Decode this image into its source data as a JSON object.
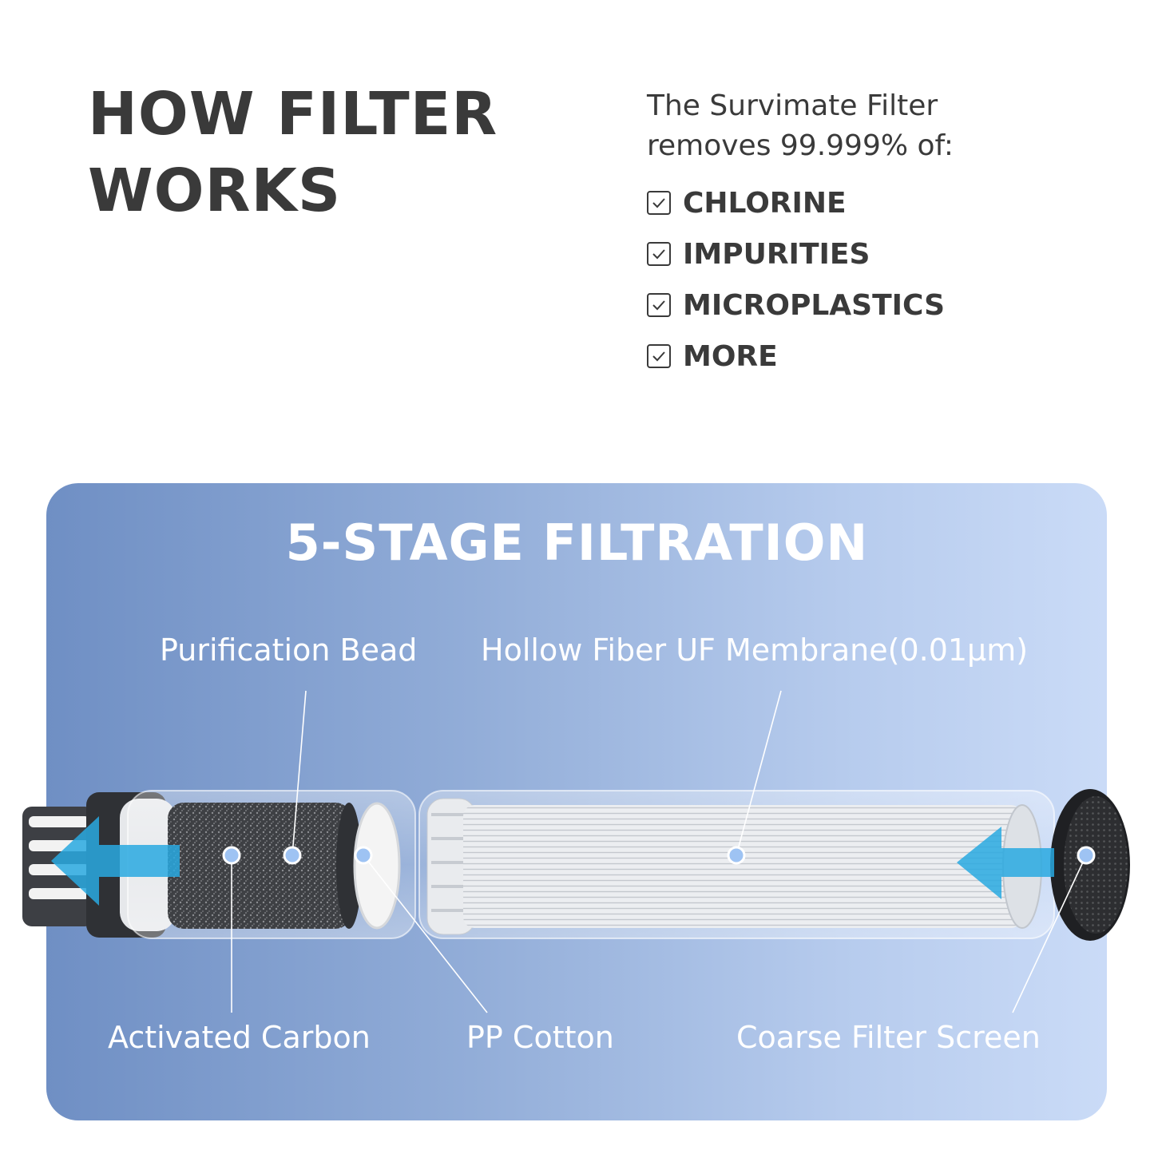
{
  "header": {
    "title_line1": "HOW FILTER",
    "title_line2": "WORKS"
  },
  "intro": {
    "line1": "The Survimate Filter",
    "line2": "removes 99.999% of:"
  },
  "checklist": [
    {
      "label": "CHLORINE"
    },
    {
      "label": "IMPURITIES"
    },
    {
      "label": "MICROPLASTICS"
    },
    {
      "label": "MORE"
    }
  ],
  "panel": {
    "title": "5-STAGE FILTRATION",
    "labels": {
      "purification_bead": "Purification Bead",
      "hollow_fiber": "Hollow Fiber UF Membrane(0.01μm)",
      "activated_carbon": "Activated Carbon",
      "pp_cotton": "PP Cotton",
      "coarse_screen": "Coarse Filter Screen"
    }
  },
  "colors": {
    "text_dark": "#3a3a3a",
    "panel_left": "#6f8fc4",
    "panel_right": "#cadbf7",
    "arrow": "#29a9e0"
  },
  "icons": [
    "checkbox-checked-icon",
    "flow-arrow-icon"
  ]
}
